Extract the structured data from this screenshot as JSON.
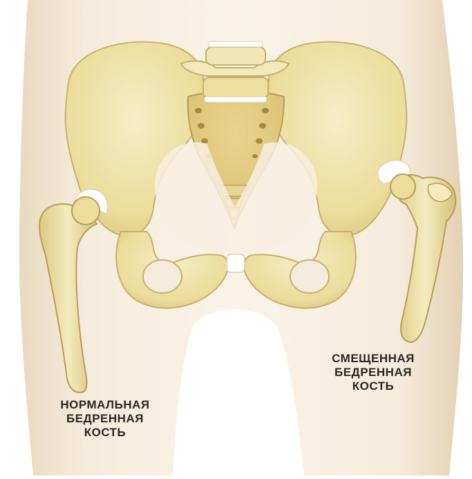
{
  "labels": {
    "normal": [
      "НОРМАЛЬНАЯ",
      "БЕДРЕННАЯ",
      "КОСТЬ"
    ],
    "displaced": [
      "СМЕЩЕННАЯ",
      "БЕДРЕННАЯ",
      "КОСТЬ"
    ]
  },
  "colors": {
    "background": "#ffffff",
    "skin": "#f4e8d6",
    "skin_shadow": "#e6d4b8",
    "bone": "#efe3a8",
    "bone_dark": "#d9c47a",
    "bone_outline": "#c8b06a",
    "cartilage": "#ffffff",
    "label_text": "#2a2622"
  }
}
